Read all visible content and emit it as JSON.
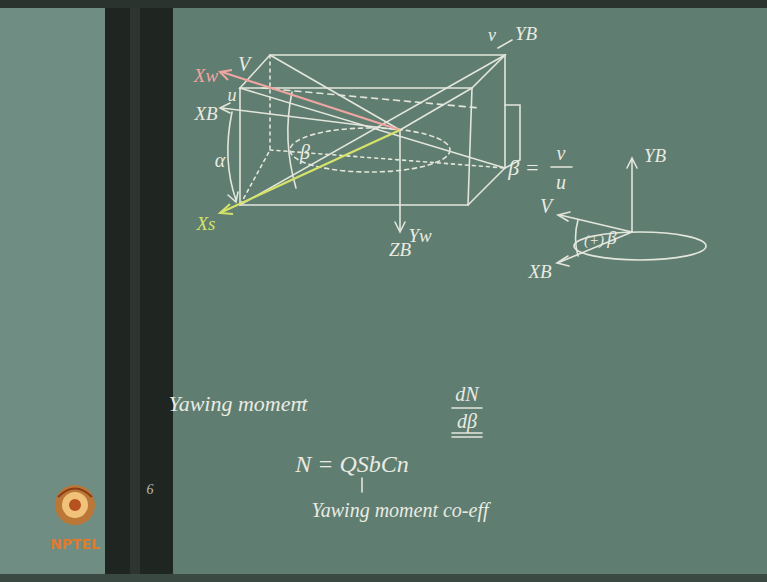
{
  "diagram": {
    "labels": [
      "V",
      "Xw",
      "u",
      "XB",
      "α",
      "β",
      "v",
      "YB",
      "Xs",
      "Yw",
      "ZB",
      "β =",
      "v",
      "u",
      "YB",
      "V",
      "(+)",
      "β",
      "XB",
      "Yawing moment",
      "dN",
      "dβ",
      "N = QSbCn",
      "Yawing moment co-eff",
      "NPTEL",
      "6"
    ]
  }
}
